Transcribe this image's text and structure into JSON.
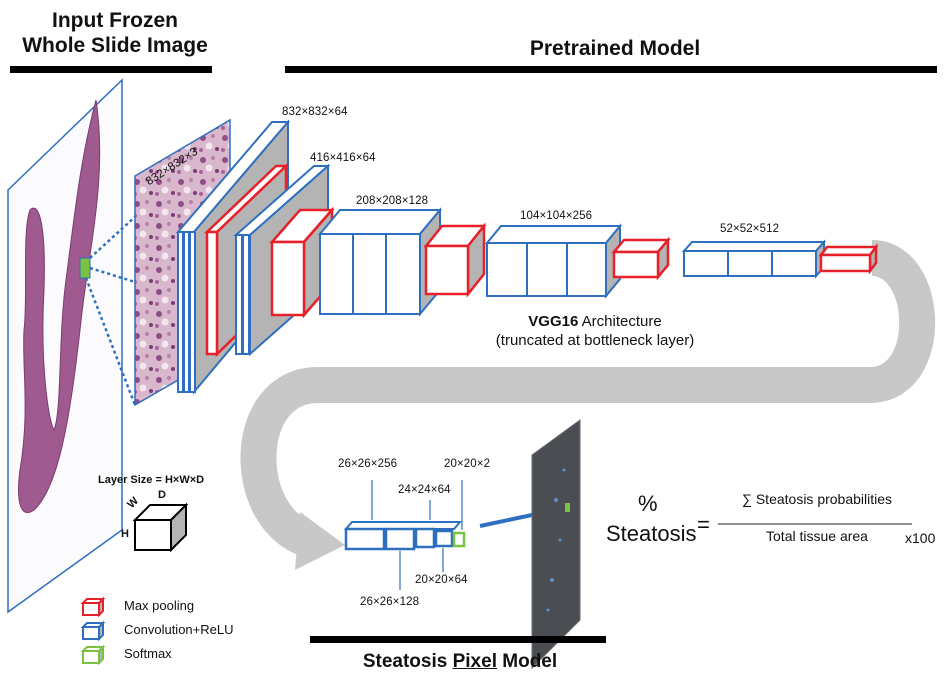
{
  "input_section": {
    "title_line1": "Input Frozen",
    "title_line2": "Whole Slide Image",
    "patch_dims": "832×832×3"
  },
  "pretrained_section": {
    "title": "Pretrained Model",
    "dims": [
      "832×832×64",
      "416×416×64",
      "208×208×128",
      "104×104×256",
      "52×52×512"
    ],
    "arch_bold": "VGG16",
    "arch_rest": " Architecture",
    "arch_note": "(truncated at bottleneck layer)"
  },
  "pixel_model": {
    "title_prefix": "Steatosis ",
    "title_underlined": "Pixel",
    "title_suffix": " Model",
    "dims_top": [
      "26×26×256",
      "24×24×64",
      "20×20×2"
    ],
    "dims_bottom": [
      "20×20×64",
      "26×26×128"
    ]
  },
  "legend": {
    "layer_size_label": "Layer Size = H×W×D",
    "axis_h": "H",
    "axis_w": "W",
    "axis_d": "D",
    "items": [
      {
        "label": "Max pooling",
        "color": "#e8202a"
      },
      {
        "label": "Convolution+ReLU",
        "color": "#2e6fbf"
      },
      {
        "label": "Softmax",
        "color": "#7cc242"
      }
    ]
  },
  "formula": {
    "percent": "%",
    "steatosis": "Steatosis",
    "equals": "=",
    "numerator": "∑ Steatosis probabilities",
    "denominator": "Total tissue area",
    "multiplier": "x100"
  },
  "colors": {
    "conv": "#2e6fbf",
    "pool": "#e8202a",
    "softmax": "#7cc242",
    "block_side": "#b4b4b4",
    "flow_arrow": "#c8c8c8"
  }
}
